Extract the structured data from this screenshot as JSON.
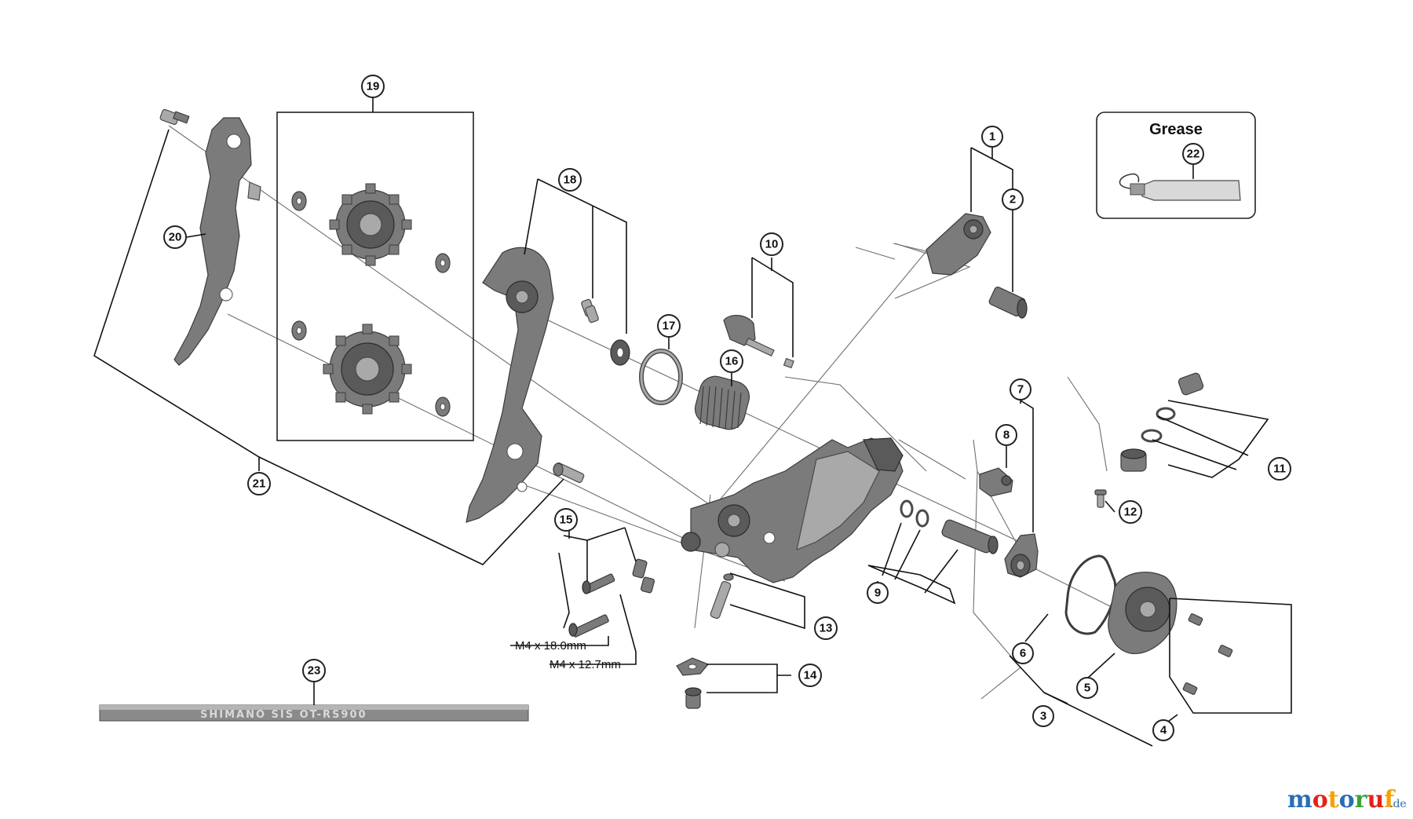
{
  "callouts": [
    "1",
    "2",
    "3",
    "4",
    "5",
    "6",
    "7",
    "8",
    "9",
    "10",
    "11",
    "12",
    "13",
    "14",
    "15",
    "16",
    "17",
    "18",
    "19",
    "20",
    "21",
    "22",
    "23"
  ],
  "grease_box": {
    "title": "Grease"
  },
  "dimensions": {
    "bolt_long": "M4 x 18.0mm",
    "bolt_short": "M4 x 12.7mm"
  },
  "cable_text": "SHIMANO SIS  OT-RS900",
  "watermark": {
    "text": "motoruf",
    "suffix": ".de",
    "letters": [
      {
        "ch": "m",
        "color": "#2a6db5"
      },
      {
        "ch": "o",
        "color": "#e2231a"
      },
      {
        "ch": "t",
        "color": "#f5a100"
      },
      {
        "ch": "o",
        "color": "#2a6db5"
      },
      {
        "ch": "r",
        "color": "#3aa335"
      },
      {
        "ch": "u",
        "color": "#e2231a"
      },
      {
        "ch": "f",
        "color": "#f5a100"
      }
    ]
  },
  "colors": {
    "part": "#7b7b7b",
    "line": "#111111",
    "guide": "#6f6f6f"
  }
}
